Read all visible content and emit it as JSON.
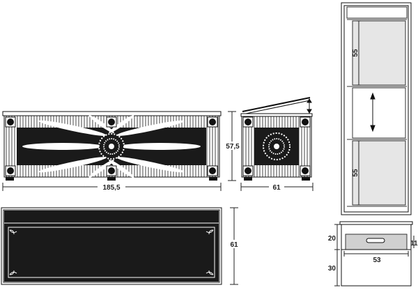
{
  "dimensions": {
    "front_width": "185,5",
    "front_height": "57,5",
    "side_width": "61",
    "top_depth": "61",
    "shelf_upper": "55",
    "shelf_lower": "55",
    "drawer_height": "20",
    "base_height": "30",
    "drawer_width": "53",
    "drawer_gap": "11"
  },
  "colors": {
    "ink": "#111111",
    "panel": "#1a1a1a",
    "shelf_fill": "#e6e6e6",
    "line": "#333333"
  }
}
